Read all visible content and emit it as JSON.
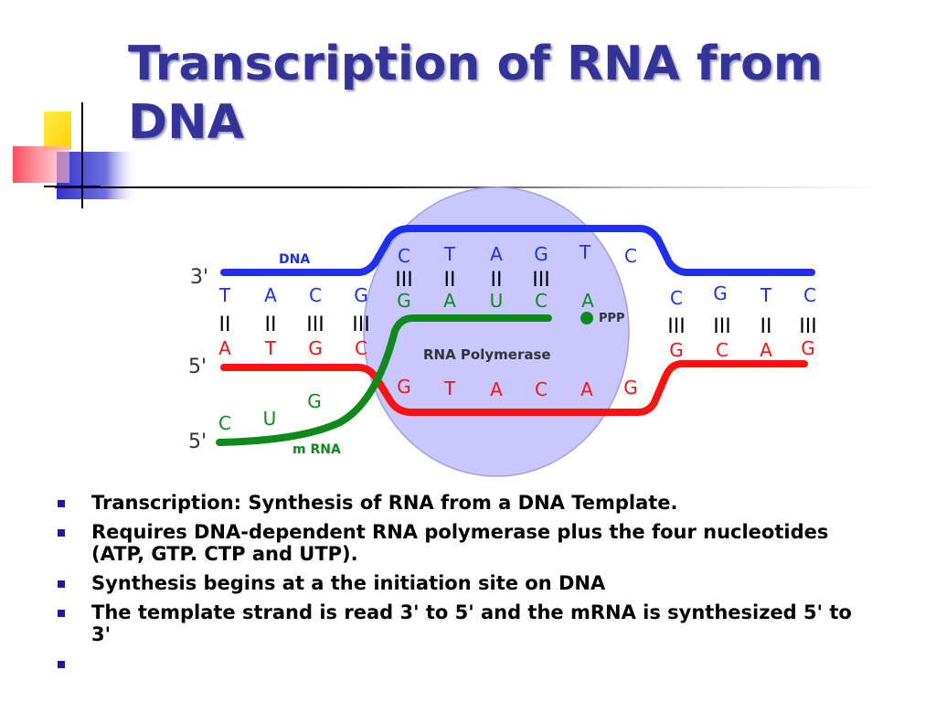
{
  "title": "Transcription of RNA from DNA",
  "colors": {
    "title": "#333399",
    "dna_strand": "#1f2ff0",
    "template_strand": "#ff1111",
    "mrna": "#0e8a1a",
    "polymerase": "#c8c8ff",
    "bullet": "#1a1aa6"
  },
  "diagram": {
    "labels": {
      "dna": "DNA",
      "rna_polymerase": "RNA Polymerase",
      "mrna": "m RNA",
      "ppp": "PPP",
      "dna_3prime": "3'",
      "template_5prime": "5'",
      "mrna_5prime": "5'"
    },
    "coding_strand_left": [
      "T",
      "A",
      "C",
      "G"
    ],
    "coding_strand_bubble": [
      "C",
      "T",
      "A",
      "G",
      "T",
      "C"
    ],
    "coding_strand_right": [
      "C",
      "G",
      "T",
      "C"
    ],
    "template_strand_left": [
      "A",
      "T",
      "G",
      "C"
    ],
    "template_strand_bubble": [
      "G",
      "T",
      "A",
      "C",
      "A",
      "G"
    ],
    "template_strand_right": [
      "G",
      "C",
      "A",
      "G"
    ],
    "rna_paired": [
      "G",
      "A",
      "U",
      "C",
      "A"
    ],
    "mrna_tail": [
      "C",
      "U",
      "G"
    ],
    "bonds_left": [
      "II",
      "II",
      "III",
      "III"
    ],
    "bonds_bubble": [
      "III",
      "II",
      "II",
      "III"
    ],
    "bonds_right": [
      "III",
      "III",
      "II",
      "III"
    ]
  },
  "bullets": [
    "Transcription: Synthesis of RNA from a DNA Template.",
    "Requires DNA-dependent RNA polymerase plus the four nucleotides (ATP, GTP. CTP and UTP).",
    "Synthesis begins at a the initiation site on DNA",
    "The template strand is read 3' to 5' and the mRNA is synthesized 5' to 3'",
    ""
  ]
}
